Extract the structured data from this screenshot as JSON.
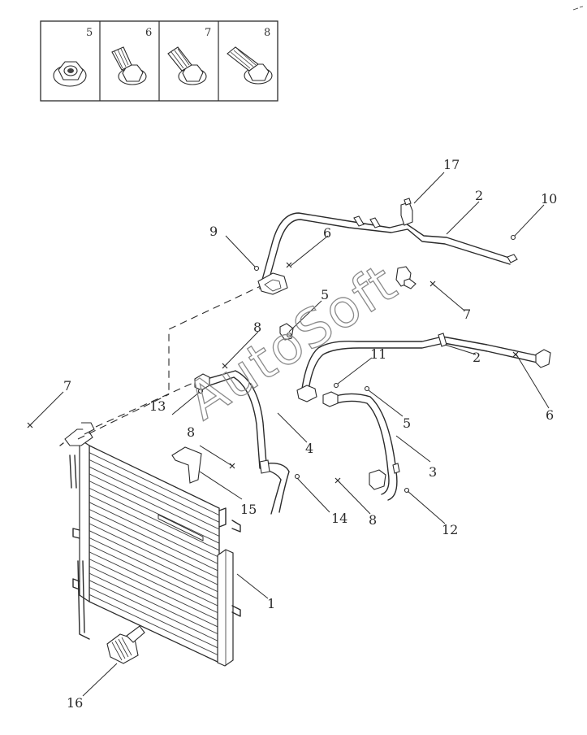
{
  "watermark": "AutoSoft",
  "legend_cells": [
    {
      "number": "5",
      "icon": "flange-nut-icon"
    },
    {
      "number": "6",
      "icon": "flange-bolt-icon"
    },
    {
      "number": "7",
      "icon": "flange-bolt-icon"
    },
    {
      "number": "8",
      "icon": "flange-bolt-long-icon"
    }
  ],
  "callouts": {
    "c17": "17",
    "c2a": "2",
    "c10": "10",
    "c9": "9",
    "c6a": "6",
    "c5a": "5",
    "c7a": "7",
    "c8a": "8",
    "c11": "11",
    "c2b": "2",
    "c6b": "6",
    "c7b": "7",
    "c13": "13",
    "c5b": "5",
    "c4": "4",
    "c8b": "8",
    "c3": "3",
    "c15": "15",
    "c14": "14",
    "c8c": "8",
    "c12": "12",
    "c1": "1",
    "c16": "16"
  }
}
